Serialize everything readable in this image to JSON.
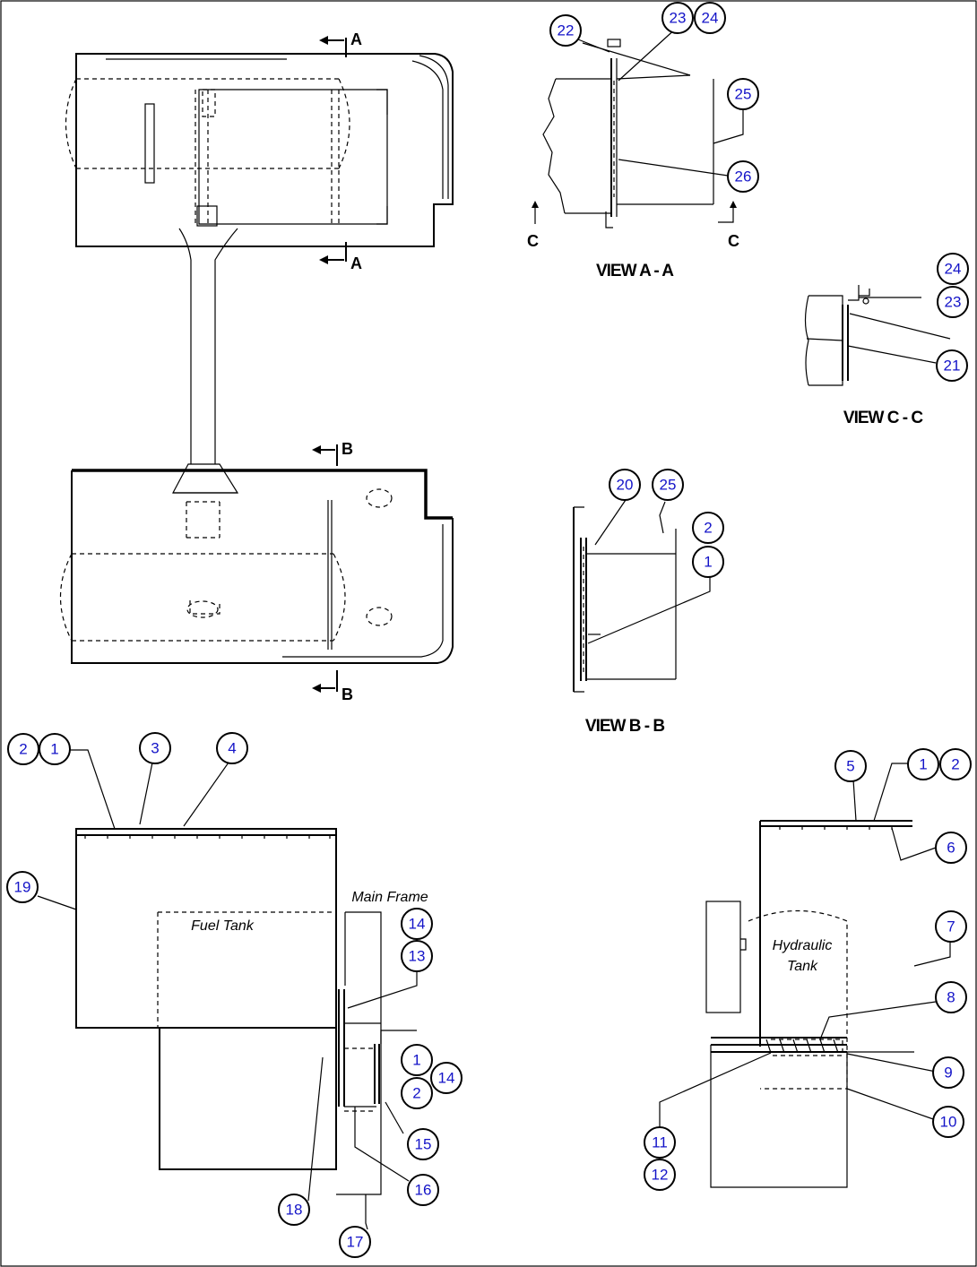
{
  "views": {
    "view_aa": "VIEW A - A",
    "view_bb": "VIEW B - B",
    "view_cc": "VIEW C - C"
  },
  "section_marks": {
    "a": "A",
    "b": "B",
    "c": "C"
  },
  "notes": {
    "main_frame": "Main Frame",
    "fuel_tank": "Fuel Tank",
    "hydraulic_tank_line1": "Hydraulic",
    "hydraulic_tank_line2": "Tank"
  },
  "callouts": [
    {
      "id": "aa-22",
      "number": "22"
    },
    {
      "id": "aa-23",
      "number": "23"
    },
    {
      "id": "aa-24",
      "number": "24"
    },
    {
      "id": "aa-25",
      "number": "25"
    },
    {
      "id": "aa-26",
      "number": "26"
    },
    {
      "id": "cc-24",
      "number": "24"
    },
    {
      "id": "cc-23",
      "number": "23"
    },
    {
      "id": "cc-21",
      "number": "21"
    },
    {
      "id": "bb-20",
      "number": "20"
    },
    {
      "id": "bb-25",
      "number": "25"
    },
    {
      "id": "bb-2",
      "number": "2"
    },
    {
      "id": "bb-1",
      "number": "1"
    },
    {
      "id": "ft-2",
      "number": "2"
    },
    {
      "id": "ft-1",
      "number": "1"
    },
    {
      "id": "ft-3",
      "number": "3"
    },
    {
      "id": "ft-4",
      "number": "4"
    },
    {
      "id": "ft-19",
      "number": "19"
    },
    {
      "id": "ft-14a",
      "number": "14"
    },
    {
      "id": "ft-13",
      "number": "13"
    },
    {
      "id": "ft-1b",
      "number": "1"
    },
    {
      "id": "ft-14b",
      "number": "14"
    },
    {
      "id": "ft-2b",
      "number": "2"
    },
    {
      "id": "ft-15",
      "number": "15"
    },
    {
      "id": "ft-16",
      "number": "16"
    },
    {
      "id": "ft-18",
      "number": "18"
    },
    {
      "id": "ft-17",
      "number": "17"
    },
    {
      "id": "ht-5",
      "number": "5"
    },
    {
      "id": "ht-1",
      "number": "1"
    },
    {
      "id": "ht-2",
      "number": "2"
    },
    {
      "id": "ht-6",
      "number": "6"
    },
    {
      "id": "ht-7",
      "number": "7"
    },
    {
      "id": "ht-8",
      "number": "8"
    },
    {
      "id": "ht-9",
      "number": "9"
    },
    {
      "id": "ht-10",
      "number": "10"
    },
    {
      "id": "ht-11",
      "number": "11"
    },
    {
      "id": "ht-12",
      "number": "12"
    }
  ]
}
